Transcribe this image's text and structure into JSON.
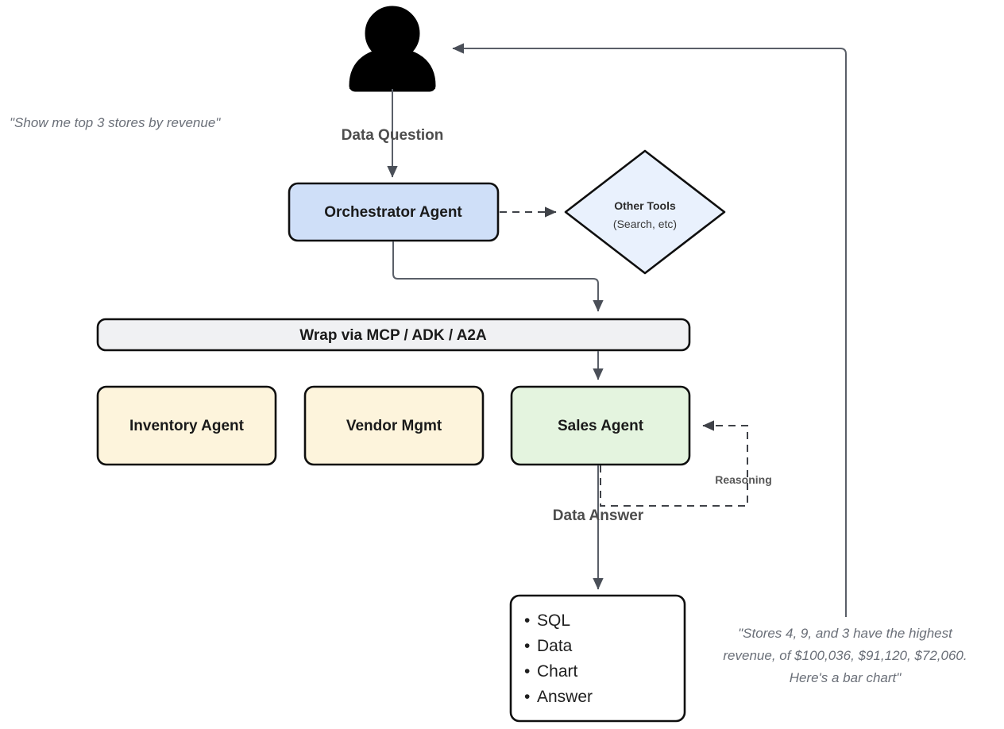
{
  "diagram": {
    "title_present": false,
    "actor": {
      "name": "user-person-icon",
      "icon": "person-icon"
    },
    "annotations": {
      "question_quote": "\"Show me top 3 stores by revenue\"",
      "answer_quote_line1": "\"Stores 4, 9, and 3 have the highest",
      "answer_quote_line2": "revenue, of $100,036, $91,120, $72,060.",
      "answer_quote_line3": "Here's a bar chart\""
    },
    "edges": {
      "data_question": "Data Question",
      "data_answer": "Data Answer",
      "reasoning": "Reasoning"
    },
    "nodes": {
      "orchestrator": {
        "label": "Orchestrator Agent",
        "fill": "#cfdff8"
      },
      "other_tools": {
        "label": "Other Tools",
        "sublabel": "(Search, etc)",
        "fill": "#e9f1fd"
      },
      "wrap_bar": {
        "label": "Wrap via MCP / ADK / A2A",
        "fill": "#f0f1f3"
      },
      "inventory_agent": {
        "label": "Inventory Agent",
        "fill": "#fdf4dc"
      },
      "vendor_mgmt": {
        "label": "Vendor Mgmt",
        "fill": "#fdf4dc"
      },
      "sales_agent": {
        "label": "Sales Agent",
        "fill": "#e4f4df"
      },
      "output_box": {
        "fill": "#ffffff",
        "items": [
          "SQL",
          "Data",
          "Chart",
          "Answer"
        ],
        "bullet": "•"
      }
    }
  }
}
